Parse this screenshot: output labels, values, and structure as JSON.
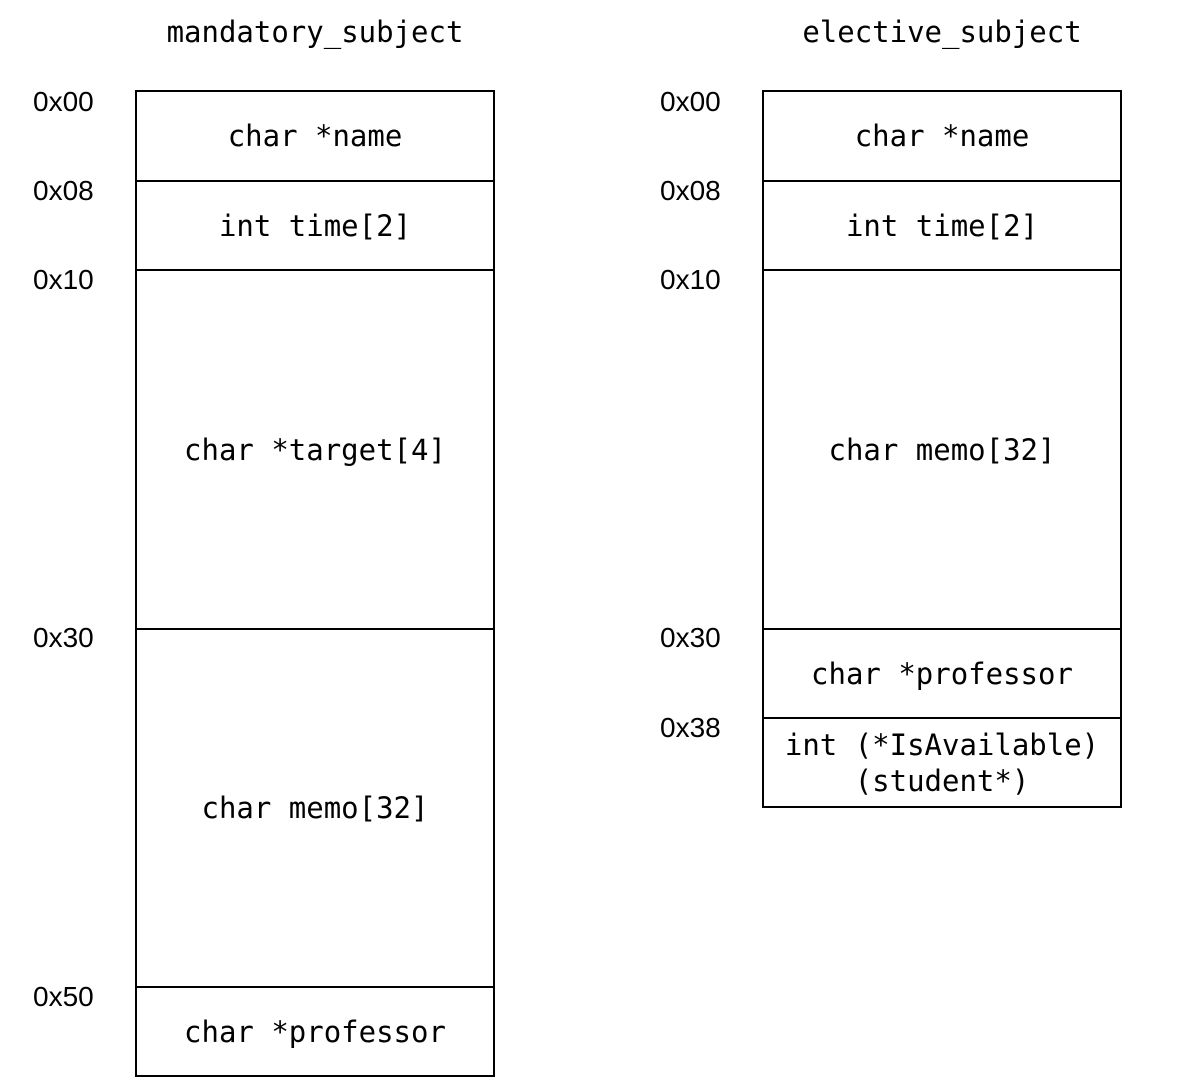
{
  "structs": [
    {
      "title": "mandatory_subject",
      "fields": [
        {
          "offset": "0x00",
          "label": "char *name"
        },
        {
          "offset": "0x08",
          "label": "int time[2]"
        },
        {
          "offset": "0x10",
          "label": "char *target[4]"
        },
        {
          "offset": "0x30",
          "label": "char memo[32]"
        },
        {
          "offset": "0x50",
          "label": "char *professor"
        }
      ]
    },
    {
      "title": "elective_subject",
      "fields": [
        {
          "offset": "0x00",
          "label": "char *name"
        },
        {
          "offset": "0x08",
          "label": "int time[2]"
        },
        {
          "offset": "0x10",
          "label": "char memo[32]"
        },
        {
          "offset": "0x30",
          "label": "char *professor"
        },
        {
          "offset": "0x38",
          "label": "int (*IsAvailable)\n(student*)"
        }
      ]
    }
  ]
}
